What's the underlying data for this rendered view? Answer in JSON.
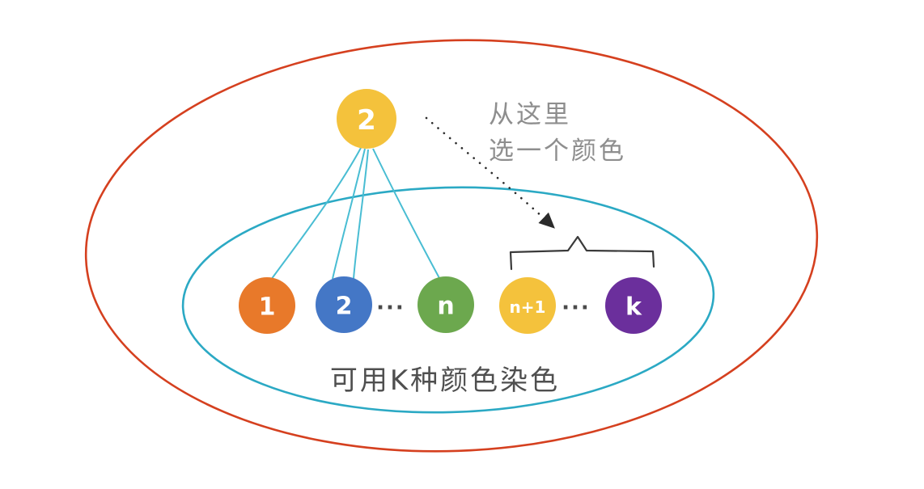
{
  "top_node": {
    "label": "2",
    "color": "#f4c23c"
  },
  "nodes": [
    {
      "label": "1",
      "color": "#e8792a"
    },
    {
      "label": "2",
      "color": "#4477c6"
    },
    {
      "label": "n",
      "color": "#6ca84e"
    },
    {
      "label": "n+1",
      "color": "#f4c23c"
    },
    {
      "label": "k",
      "color": "#6b2f9c"
    }
  ],
  "ellipsis": "···",
  "annotation": {
    "line1": "从这里",
    "line2": "选一个颜色",
    "color": "#8e8e8e"
  },
  "caption": {
    "text": "可用K种颜色染色",
    "color": "#4f4f4f"
  },
  "colors": {
    "outer_ellipse": "#d5401f",
    "inner_ellipse": "#2ba9c4",
    "edge": "#49bdd3",
    "arrow": "#2b2b2b",
    "brace": "#3a3a3a"
  }
}
